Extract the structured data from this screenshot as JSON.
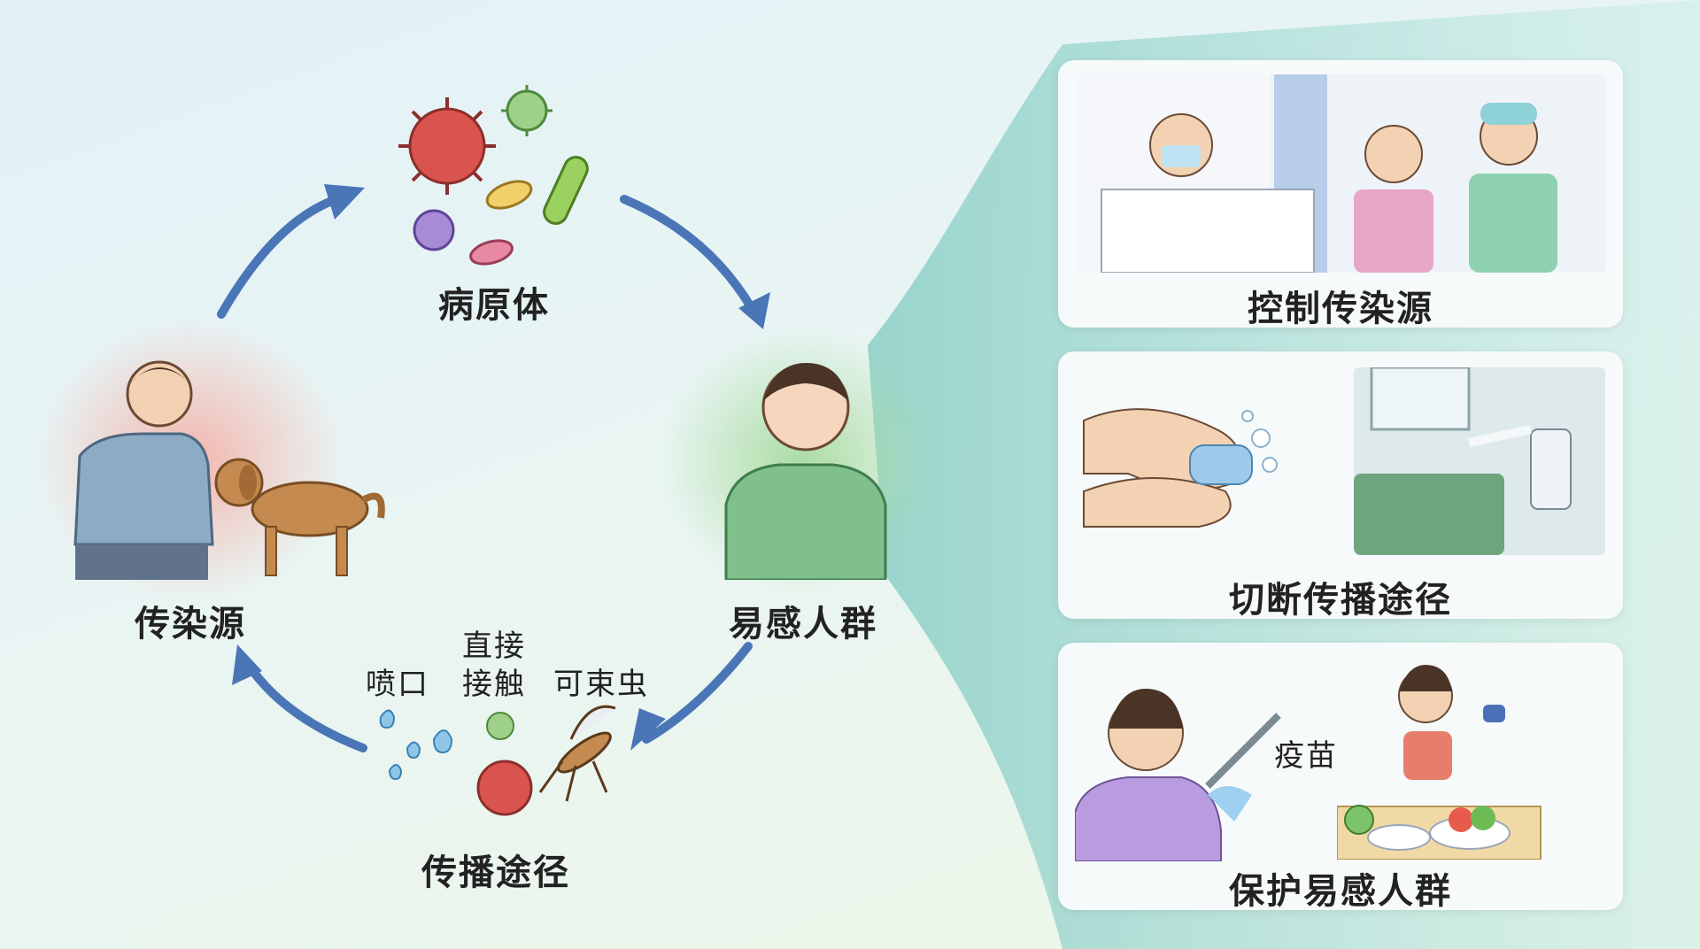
{
  "cycle": {
    "pathogen_label": "病原体",
    "susceptible_label": "易感人群",
    "transmission_label": "传播途径",
    "source_label": "传染源",
    "route_droplet": "喷口",
    "route_contact_line1": "直接",
    "route_contact_line2": "接触",
    "route_vector": "可束虫"
  },
  "measures": {
    "control_source": "控制传染源",
    "cut_route": "切断传播途径",
    "protect_group": "保护易感人群",
    "vaccine_label": "疫苗"
  },
  "colors": {
    "arrow_blue": "#4a76b8",
    "virus_red": "#d9534f",
    "source_glow": "#f4b3aa",
    "susceptible_glow": "#a9dba0"
  }
}
